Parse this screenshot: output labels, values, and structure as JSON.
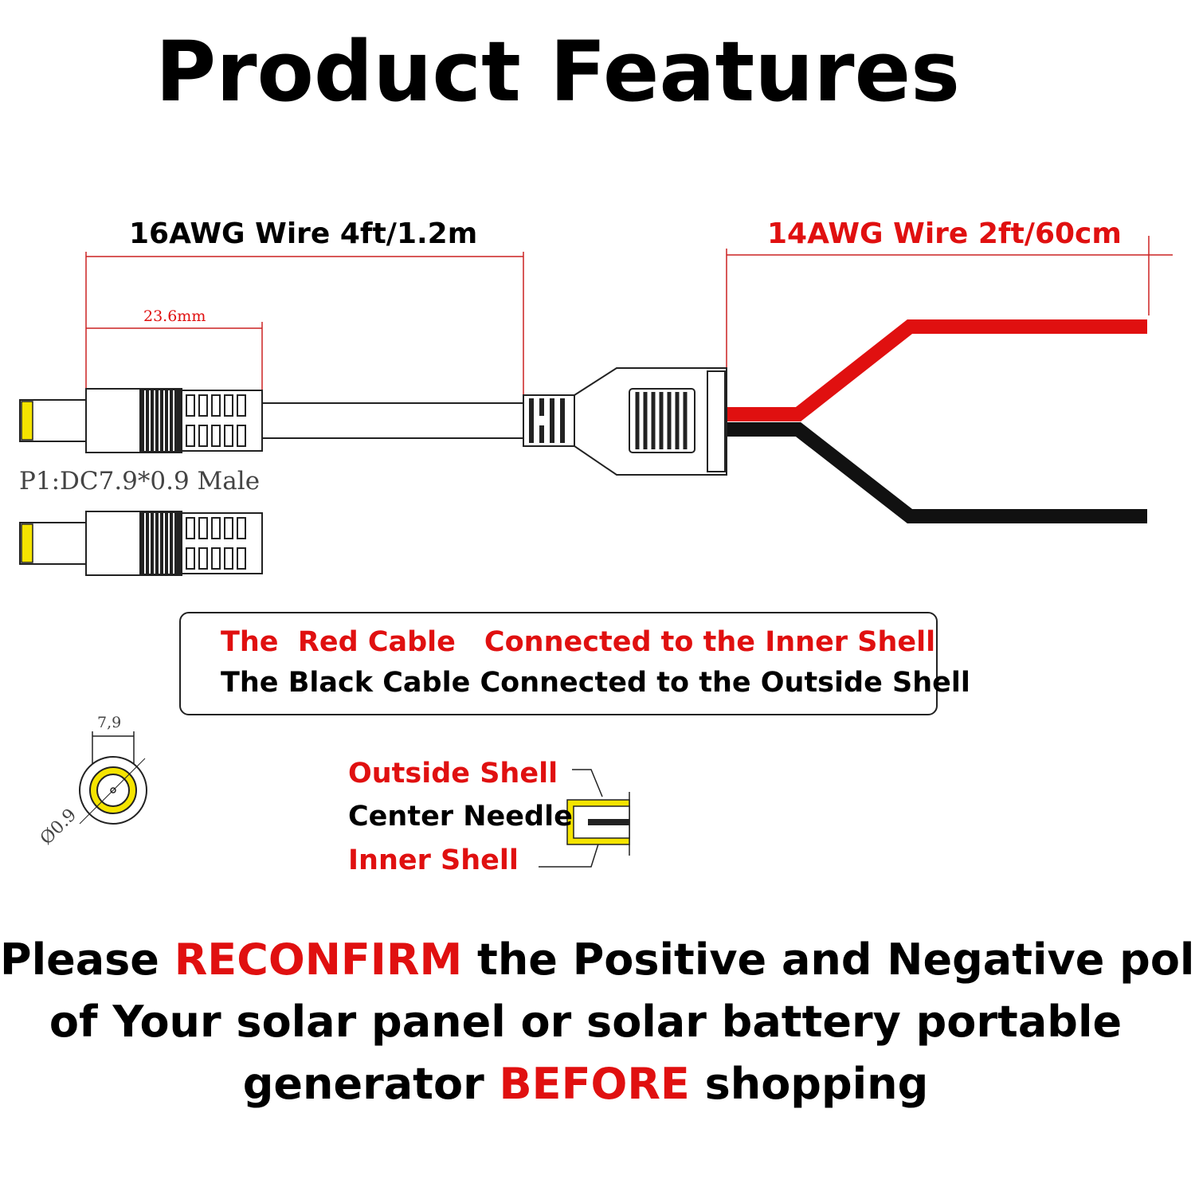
{
  "title": "Product Features",
  "dimensions": {
    "left_wire": "16AWG Wire 4ft/1.2m",
    "right_wire": "14AWG Wire 2ft/60cm",
    "plug_length": "23.6mm",
    "connector_label": "P1:DC7.9*0.9 Male",
    "outer_diameter": "7,9",
    "pin_diameter": "Ø0.9"
  },
  "note": {
    "red_line": {
      "p1": "The  Red Cable",
      "p2": "Connected to the Inner Shell"
    },
    "black_line": "The Black Cable Connected to the Outside Shell"
  },
  "legend": {
    "outside_shell": "Outside Shell",
    "center_needle": "Center Needle",
    "inner_shell": "Inner Shell"
  },
  "warning": {
    "line1_a": "Please ",
    "line1_b": "RECONFIRM",
    "line1_c": " the Positive and Negative pole",
    "line2": "of Your solar panel or solar battery portable",
    "line3_a": "generator ",
    "line3_b": "BEFORE",
    "line3_c": " shopping"
  },
  "colors": {
    "red": "#e01010",
    "black": "#111111",
    "yellow": "#f5e400",
    "dim_line": "#cc2222"
  }
}
